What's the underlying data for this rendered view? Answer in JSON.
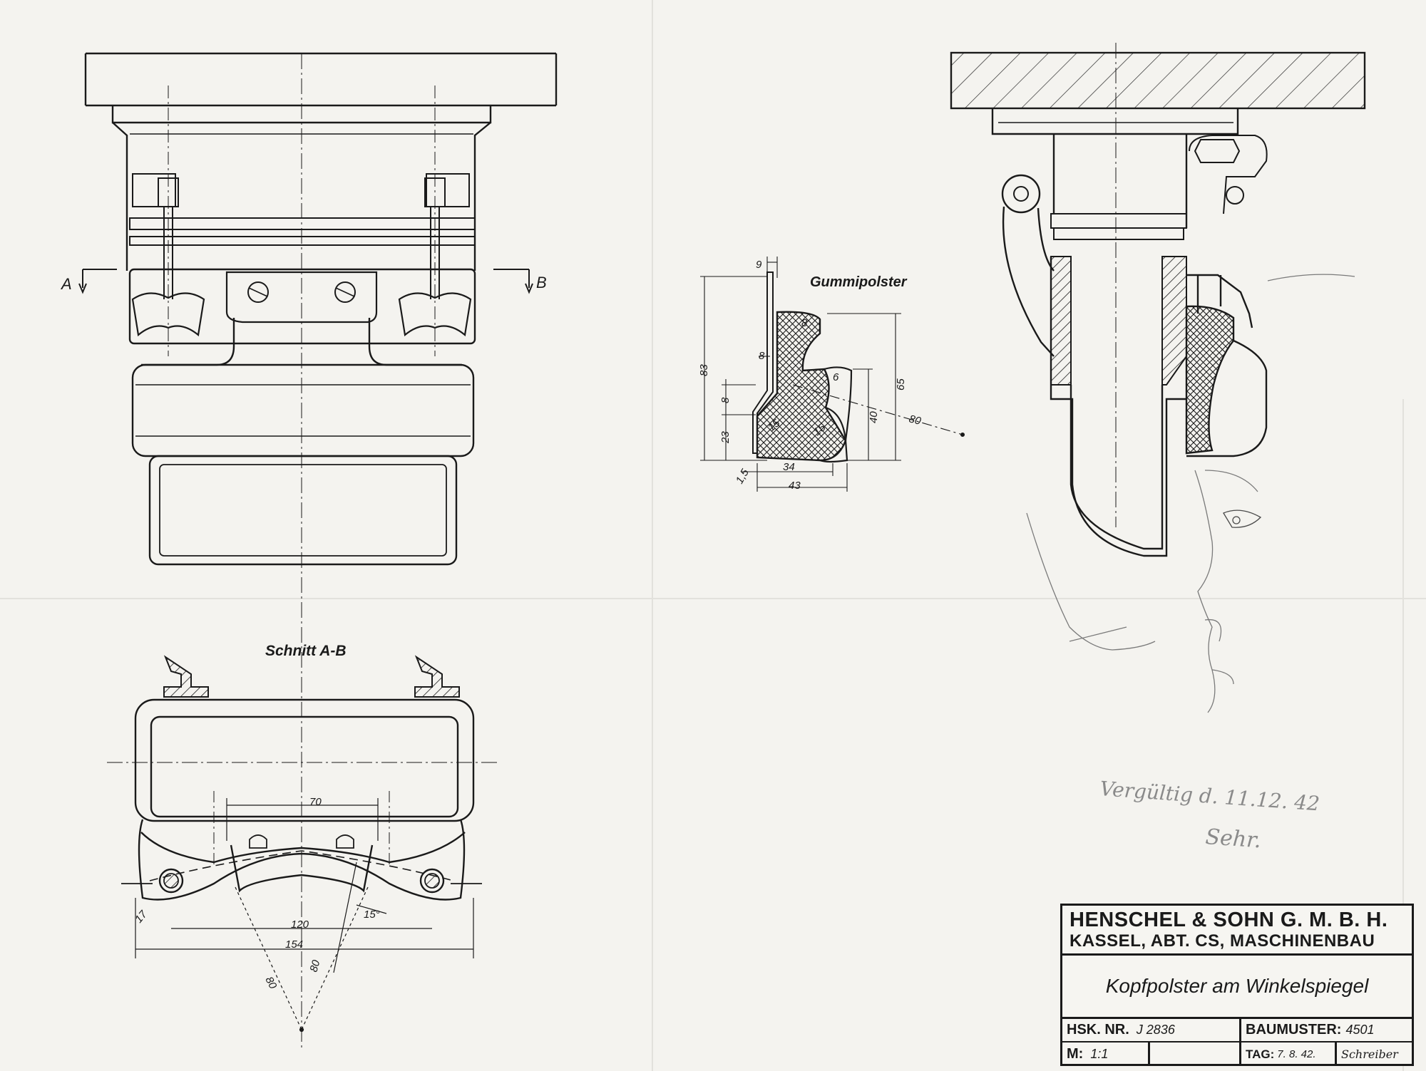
{
  "section_marks": {
    "a": "A",
    "b": "B"
  },
  "section_title": "Schnitt A-B",
  "detail_title": "Gummipolster",
  "detail_dims": {
    "d9": "9",
    "d8a": "8",
    "d8b": "8",
    "d8c": "8",
    "d83": "83",
    "d23": "23",
    "d65": "65",
    "d40": "40",
    "d80": "80",
    "d6": "6",
    "d15a": "15",
    "d15b": "15",
    "d15c": "1,5",
    "d34": "34",
    "d43": "43"
  },
  "section_dims": {
    "d70": "70",
    "d120": "120",
    "d154": "154",
    "d80a": "80",
    "d80b": "80",
    "d17": "17",
    "d15deg": "15°"
  },
  "handwriting": {
    "line1": "Vergültig d. 11.12. 42",
    "line2": "Sehr."
  },
  "title_block": {
    "company_line1": "HENSCHEL & SOHN G. M. B. H.",
    "company_line2": "KASSEL, ABT. CS, MASCHINENBAU",
    "drawing_title": "Kopfpolster am Winkelspiegel",
    "hsk_label": "HSK. NR.",
    "hsk_value": "J 2836",
    "baumuster_label": "BAUMUSTER:",
    "baumuster_value": "4501",
    "scale_label": "M:",
    "scale_value": "1:1",
    "date_label": "TAG:",
    "date_value": "7. 8. 42.",
    "signature": "Schreiber"
  }
}
